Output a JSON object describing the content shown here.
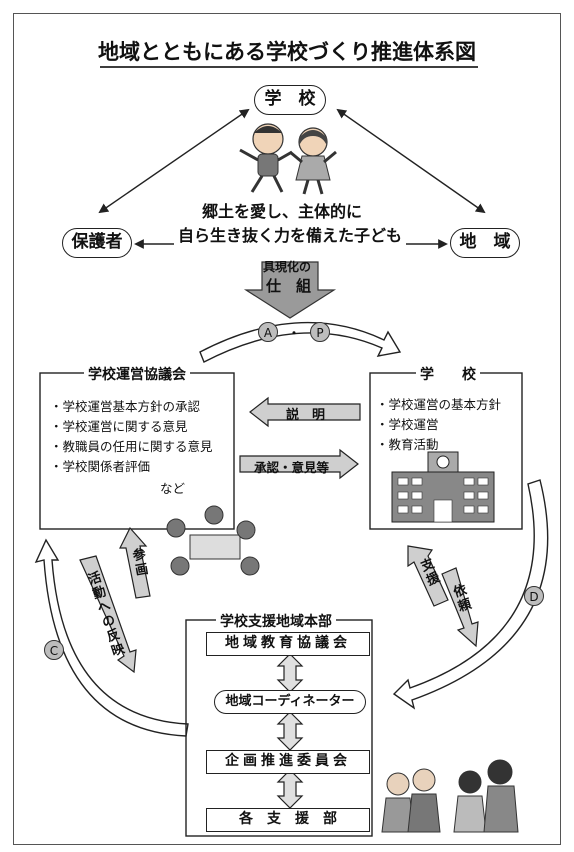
{
  "title": "地域とともにある学校づくり推進体系図",
  "top": {
    "school": "学　校",
    "guardians": "保護者",
    "region": "地　域",
    "goal_line1": "郷土を愛し、主体的に",
    "goal_line2": "自ら生き抜く力を備えた子ども",
    "mechanism_line1": "具現化の",
    "mechanism_line2": "仕　組"
  },
  "cycle": {
    "a": "A",
    "dot": "・",
    "p": "P",
    "c": "C",
    "d": "D"
  },
  "council": {
    "label": "学校運営協議会",
    "items": [
      "・学校運営基本方針の承認",
      "・学校運営に関する意見",
      "・教職員の任用に関する意見",
      "・学校関係者評価"
    ],
    "etc": "など"
  },
  "school_box": {
    "label": "学　　校",
    "items": [
      "・学校運営の基本方針",
      "・学校運営",
      "・教育活動"
    ]
  },
  "arrows": {
    "explain": "説　明",
    "approve": "承認・意見等",
    "participate": "参画",
    "reflect": "活動への反映",
    "support": "支援",
    "request": "依頼"
  },
  "hq": {
    "label": "学校支援地域本部",
    "boxes": [
      "地域教育協議会",
      "地域コーディネーター",
      "企画推進委員会",
      "各　支　援　部"
    ]
  }
}
